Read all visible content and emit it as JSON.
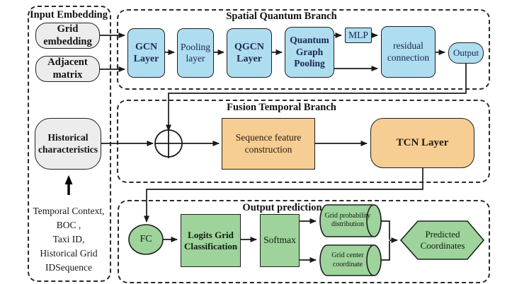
{
  "figure": {
    "type": "model-architecture-diagram",
    "colors": {
      "node_blue": "#aeddf0",
      "node_orange": "#f6cd92",
      "node_green": "#9ed49b",
      "node_gray": "#ececec",
      "line": "#1a1a1a",
      "dashed_border": "#2a2a2a",
      "background": "#ffffff"
    },
    "input_embedding": {
      "title": "Input Embedding",
      "grid_embedding": "Grid embedding",
      "adjacent_matrix": "Adjacent matrix",
      "historical": "Historical characteristics",
      "feature_lines": [
        "Temporal Context,",
        "BOC ,",
        "Taxi ID,",
        "Historical Grid",
        "IDSequence"
      ]
    },
    "spatial_branch": {
      "title": "Spatial Quantum Branch",
      "gcn": "GCN Layer",
      "pooling": "Pooling layer",
      "qgcn": "QGCN Layer",
      "quantum_graph_pooling": "Quantum Graph Pooling",
      "mlp": "MLP",
      "residual": "residual connection",
      "output": "Output"
    },
    "fusion_branch": {
      "title": "Fusion Temporal Branch",
      "concat_symbol": "circle-plus",
      "sequence": "Sequence feature construction",
      "tcn": "TCN Layer"
    },
    "output_prediction": {
      "title": "Output prediction",
      "fc": "FC",
      "logits": "Logits Grid Classification",
      "softmax": "Softmax",
      "grid_probability": "Grid probability distribution",
      "grid_center": "Grid center coordinate",
      "predicted": "Predicted Coordinates"
    }
  }
}
